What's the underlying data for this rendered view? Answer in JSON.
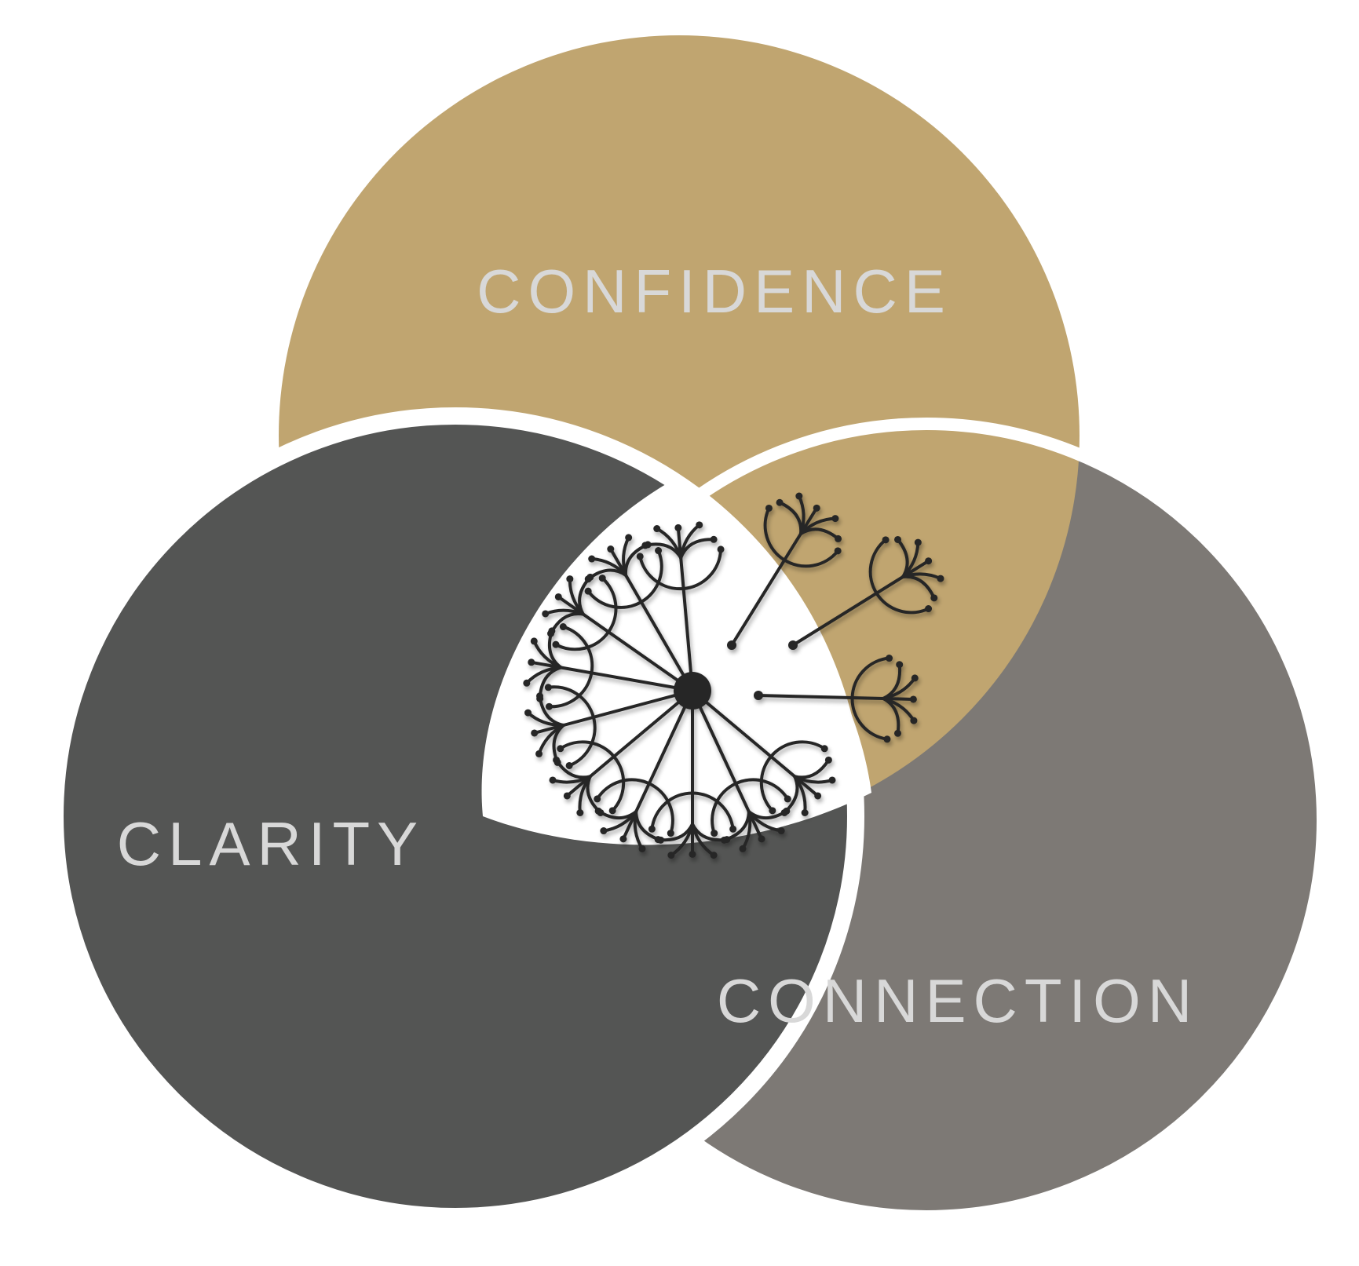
{
  "diagram": {
    "circles": [
      {
        "id": "confidence",
        "label": "CONFIDENCE",
        "color": "#c0a570"
      },
      {
        "id": "clarity",
        "label": "CLARITY",
        "color": "#545554"
      },
      {
        "id": "connection",
        "label": "CONNECTION",
        "color": "#7d7975"
      }
    ],
    "center_icon": "dandelion-icon",
    "center_color": "#ffffff",
    "icon_color": "#262626"
  }
}
